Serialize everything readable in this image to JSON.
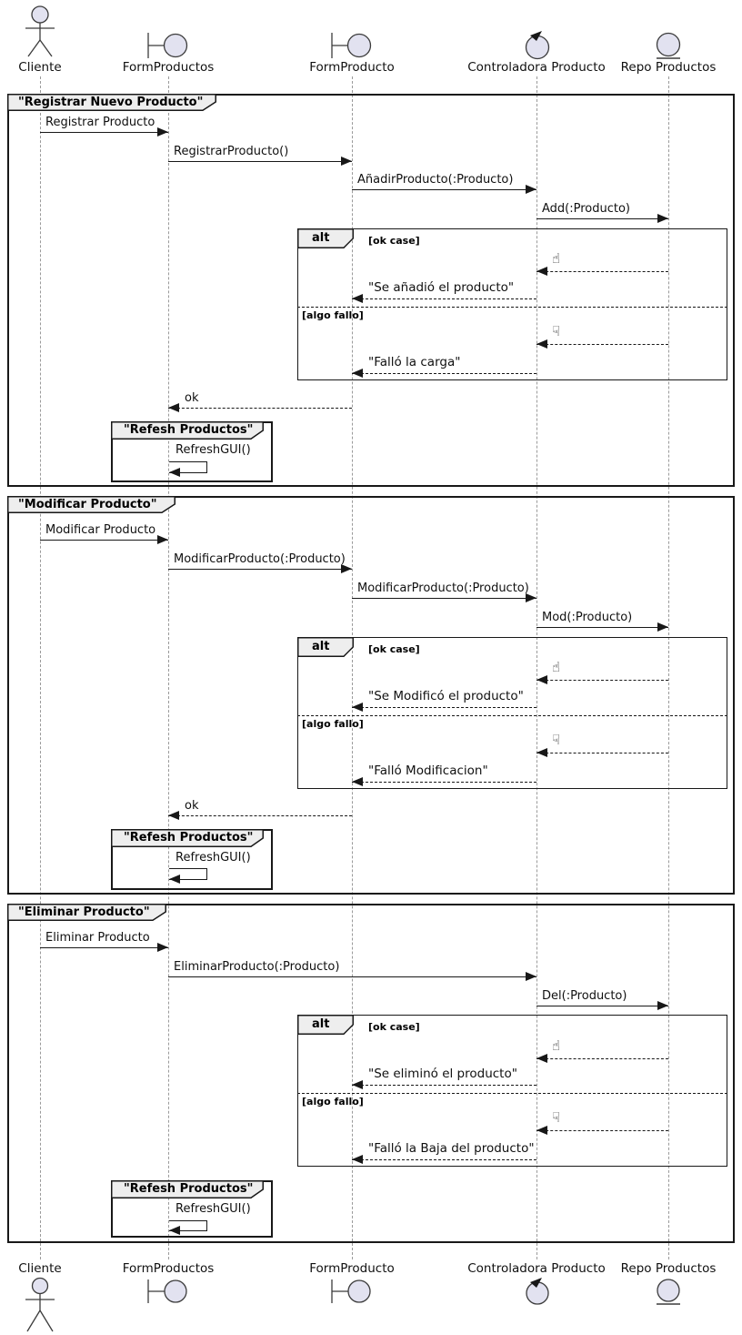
{
  "diagram": {
    "kind": "uml-sequence-diagram",
    "colors": {
      "background": "#FFFFFF",
      "participant_fill": "#E2E2F0",
      "frame_tab_fill": "#EEEEEE",
      "line": "#181818",
      "lifeline": "#9A9A9A"
    },
    "icons": {
      "thumbs_up": "☝",
      "thumbs_down": "☟"
    },
    "participants": [
      {
        "id": "cliente",
        "label": "Cliente",
        "stereotype": "actor"
      },
      {
        "id": "formproductos",
        "label": "FormProductos",
        "stereotype": "boundary"
      },
      {
        "id": "formproducto",
        "label": "FormProducto",
        "stereotype": "boundary"
      },
      {
        "id": "controladora-producto",
        "label": "Controladora Producto",
        "stereotype": "control"
      },
      {
        "id": "repo-productos",
        "label": "Repo Productos",
        "stereotype": "entity"
      }
    ],
    "frames": [
      {
        "title": "\"Registrar Nuevo Producto\"",
        "messages": {
          "m1": "Registrar Producto",
          "m2": "RegistrarProducto()",
          "m3": "AñadirProducto(:Producto)",
          "m4": "Add(:Producto)"
        },
        "alt": {
          "operator": "alt",
          "guard_ok": "[ok case]",
          "guard_fail": "[algo fallo]",
          "ok_reply": "\"Se añadió el producto\"",
          "fail_reply": "\"Falló la carga\""
        },
        "return_message": "ok",
        "inner_frame": {
          "title": "\"Refesh Productos\"",
          "message": "RefreshGUI()"
        }
      },
      {
        "title": "\"Modificar Producto\"",
        "messages": {
          "m1": "Modificar Producto",
          "m2": "ModificarProducto(:Producto)",
          "m3": "ModificarProducto(:Producto)",
          "m4": "Mod(:Producto)"
        },
        "alt": {
          "operator": "alt",
          "guard_ok": "[ok case]",
          "guard_fail": "[algo fallo]",
          "ok_reply": "\"Se Modificó el producto\"",
          "fail_reply": "\"Falló Modificacion\""
        },
        "return_message": "ok",
        "inner_frame": {
          "title": "\"Refesh Productos\"",
          "message": "RefreshGUI()"
        }
      },
      {
        "title": "\"Eliminar Producto\"",
        "messages": {
          "m1": "Eliminar Producto",
          "m2": "EliminarProducto(:Producto)",
          "m3": "Del(:Producto)"
        },
        "alt": {
          "operator": "alt",
          "guard_ok": "[ok case]",
          "guard_fail": "[algo fallo]",
          "ok_reply": "\"Se eliminó el producto\"",
          "fail_reply": "\"Falló la Baja del producto\""
        },
        "inner_frame": {
          "title": "\"Refesh Productos\"",
          "message": "RefreshGUI()"
        }
      }
    ]
  }
}
